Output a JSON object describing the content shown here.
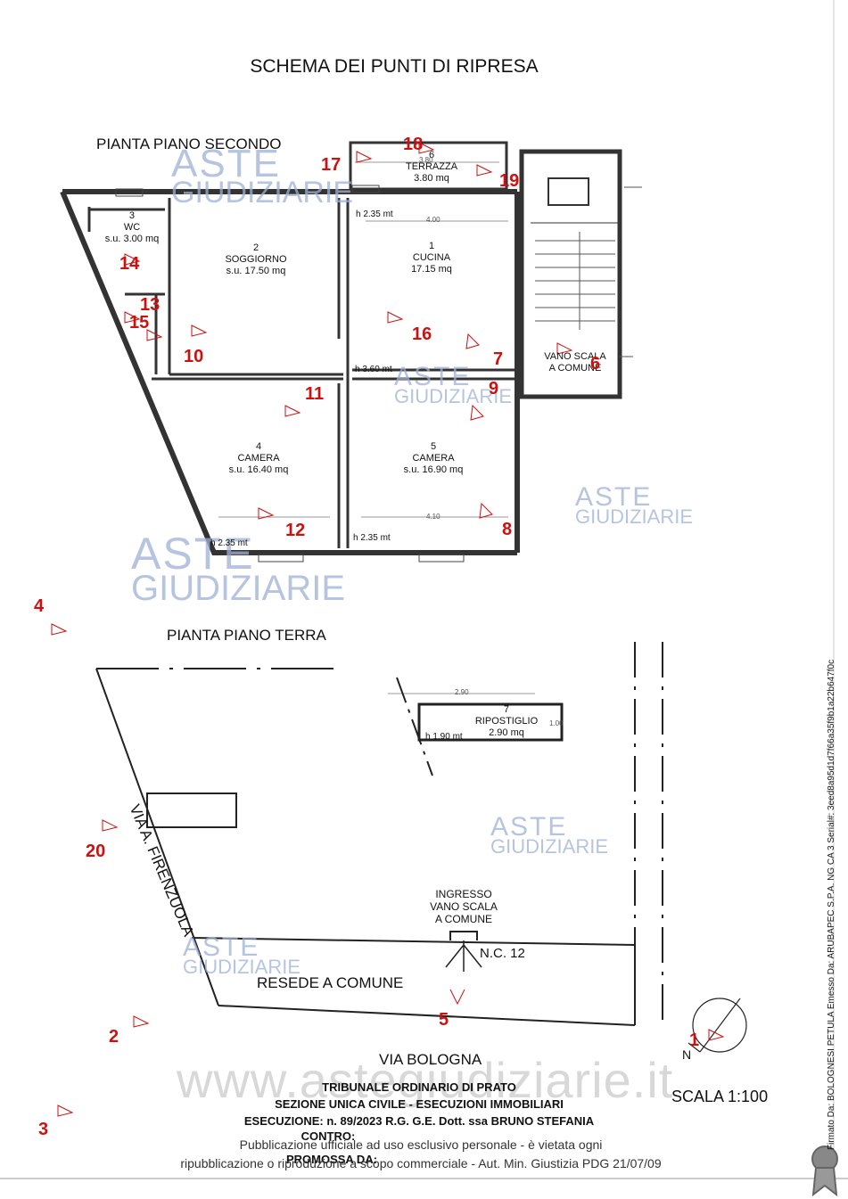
{
  "title": "SCHEMA DEI PUNTI DI RIPRESA",
  "floor_second_label": "PIANTA PIANO SECONDO",
  "floor_ground_label": "PIANTA PIANO TERRA",
  "rooms": {
    "wc": {
      "number": "3",
      "name": "WC",
      "area": "s.u. 3.00 mq"
    },
    "soggiorno": {
      "number": "2",
      "name": "SOGGIORNO",
      "area": "s.u. 17.50 mq"
    },
    "cucina": {
      "number": "1",
      "name": "CUCINA",
      "area": "17.15 mq"
    },
    "terrazza": {
      "number": "6",
      "name": "TERRAZZA",
      "area": "3.80 mq"
    },
    "camera4": {
      "number": "4",
      "name": "CAMERA",
      "area": "s.u. 16.40 mq"
    },
    "camera5": {
      "number": "5",
      "name": "CAMERA",
      "area": "s.u. 16.90 mq"
    },
    "ripostiglio": {
      "number": "7",
      "name": "RIPOSTIGLIO",
      "area": "2.90 mq"
    },
    "vano_scala": {
      "line1": "VANO SCALA",
      "line2": "A COMUNE"
    }
  },
  "heights": [
    "h 2.35 mt",
    "h 3.60 mt",
    "h 2.35 mt",
    "h 2.35 mt",
    "h 1.90 mt"
  ],
  "dims": [
    "4.00",
    "4.10",
    "2.90",
    "1.00",
    "3.80"
  ],
  "ingresso": [
    "INGRESSO",
    "VANO SCALA",
    "A COMUNE"
  ],
  "civic": "N.C. 12",
  "resede": "RESEDE A COMUNE",
  "streets": {
    "via_firenzuola": "VIA A. FIRENZUOLA",
    "via_bologna": "VIA BOLOGNA"
  },
  "north": "N",
  "scale": "SCALA 1:100",
  "points": [
    "1",
    "2",
    "3",
    "4",
    "5",
    "6",
    "7",
    "8",
    "9",
    "10",
    "11",
    "12",
    "13",
    "14",
    "15",
    "16",
    "17",
    "18",
    "19",
    "20"
  ],
  "watermark_brand": {
    "line1": "ASTE",
    "line2": "GIUDIZIARIE"
  },
  "watermark_site": "www.astegiudiziarie.it",
  "footer": {
    "line1": "TRIBUNALE ORDINARIO DI PRATO",
    "line2": "SEZIONE UNICA CIVILE - ESECUZIONI IMMOBILIARI",
    "line3": "ESECUZIONE: n. 89/2023 R.G.   G.E. Dott. ssa BRUNO STEFANIA",
    "line4": "CONTRO:",
    "line5": "PROMOSSA DA:"
  },
  "notice": {
    "line1": "Pubblicazione ufficiale ad uso esclusivo personale - è vietata ogni",
    "line2": "ripubblicazione o riproduzione a scopo commerciale - Aut. Min. Giustizia PDG 21/07/09"
  },
  "signature": "Firmato Da: BOLOGNESI PETULA Emesso Da: ARUBAPEC S.P.A. NG CA 3 Serial#: 3eed8a95d1d7f66a35f9b1a22b647f0c"
}
